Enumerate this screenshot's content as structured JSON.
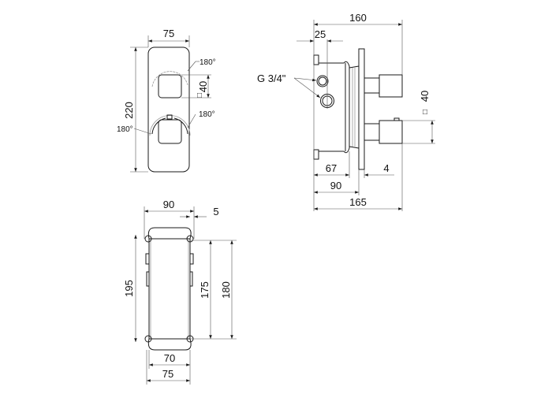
{
  "front_view": {
    "width": "75",
    "height": "220",
    "handle_size": "40",
    "square_symbol": "□",
    "angle_top": "180°",
    "angle_right": "180°",
    "angle_left": "180°"
  },
  "side_view": {
    "depth_total": "160",
    "inlet_offset": "25",
    "thread": "G 3/4\"",
    "handle_size": "40",
    "square_symbol": "□",
    "body_depth": "67",
    "plate_thickness": "4",
    "box_depth": "90",
    "overall": "165"
  },
  "box_view": {
    "width": "90",
    "lug": "5",
    "height": "195",
    "inner_height": "175",
    "outer_height": "180",
    "inner_width": "70",
    "outer_width": "75"
  }
}
